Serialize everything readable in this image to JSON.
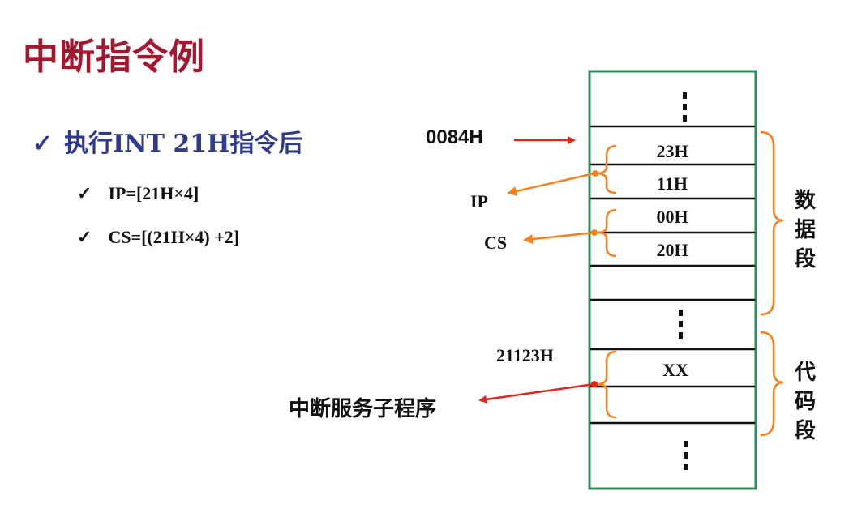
{
  "slide": {
    "title": "中断指令例",
    "bullet_main": "执行INT 21H指令后",
    "check_glyph": "✓",
    "sub_bullets": [
      "IP=[21H×4]",
      "CS=[(21H×4) +2]"
    ]
  },
  "diagram": {
    "address_0084": "0084H",
    "address_21123": "21123H",
    "memory_cells": {
      "cell_23h": "23H",
      "cell_11h": "11H",
      "cell_00h": "00H",
      "cell_20h": "20H",
      "cell_xx": "XX"
    },
    "pointer_labels": {
      "ip": "IP",
      "cs": "CS",
      "isr": "中断服务子程序"
    },
    "segment_labels": {
      "data_segment": [
        "数",
        "据",
        "段"
      ],
      "code_segment": [
        "代",
        "码",
        "段"
      ]
    },
    "colors": {
      "title": "#A3182E",
      "bullet": "#2E3A8C",
      "memory_border": "#2E8B57",
      "brace": "#F5821F",
      "red_arrow": "#E5231B",
      "orange_arrow": "#F5821F"
    }
  }
}
